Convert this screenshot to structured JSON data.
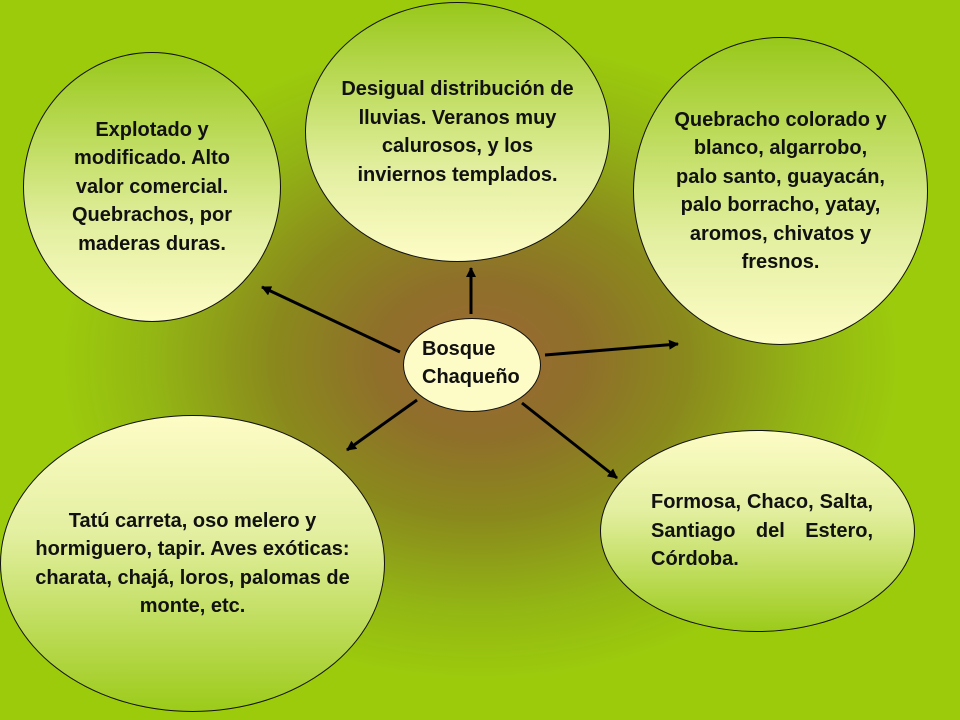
{
  "center": "Bosque Chaqueño",
  "nodes": {
    "top": "Desigual distribución de lluvias. Veranos muy calurosos, y los inviernos templados.",
    "left": "Explotado y modificado. Alto valor comercial. Quebrachos, por maderas duras.",
    "right": "Quebracho colorado y blanco, algarrobo, palo santo, guayacán, palo borracho, yatay, aromos, chivatos y fresnos.",
    "bottom_left": "Tatú carreta, oso melero y hormiguero, tapir. Aves exóticas: charata, chajá, loros, palomas de monte, etc.",
    "bottom_right": "Formosa, Chaco, Salta, Santiago del Estero, Córdoba."
  },
  "colors": {
    "background": "#9ccb0c",
    "center_glow": "#9b6a35",
    "bubble_light": "#fdfcc6",
    "bubble_dark": "#98c81a",
    "arrow": "#000000"
  }
}
